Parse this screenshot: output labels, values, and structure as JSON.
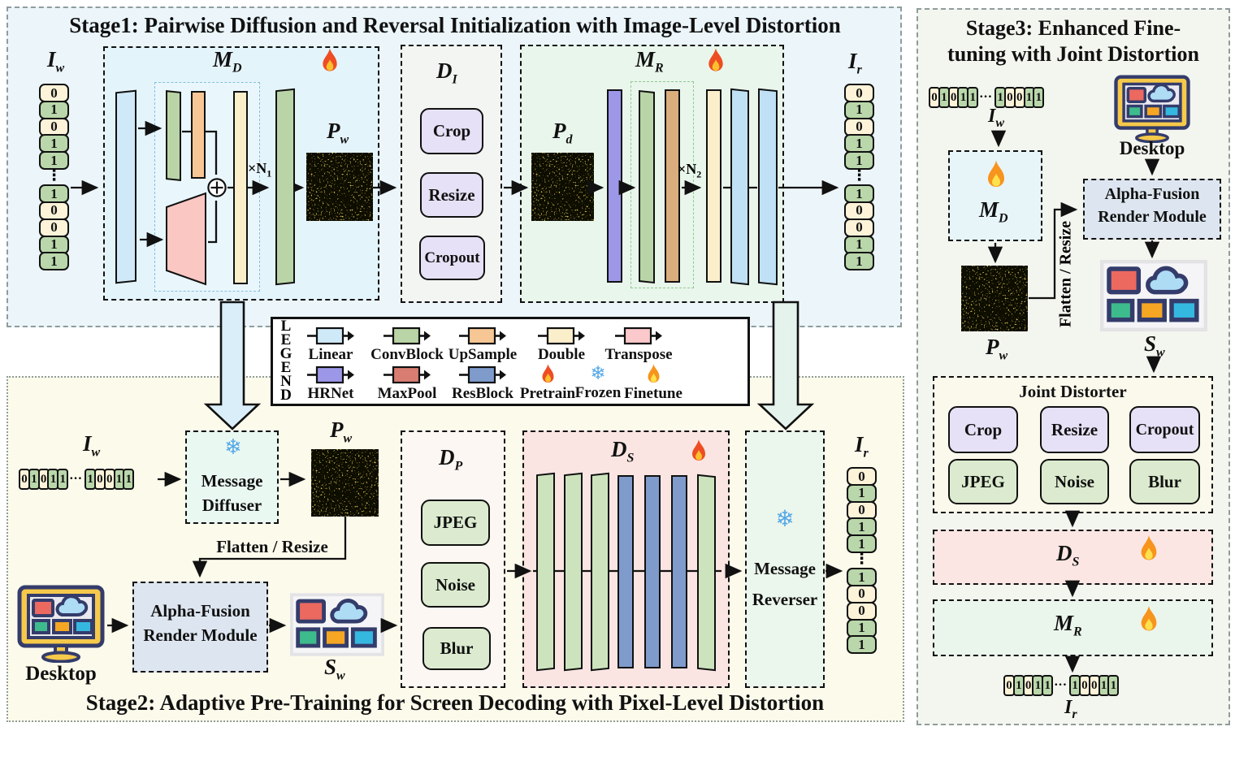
{
  "stage1": {
    "title": "Stage1: Pairwise Diffusion and Reversal Initialization with Image-Level Distortion",
    "iw": {
      "sym": "I",
      "sub": "w"
    },
    "iw_bits": [
      "0",
      "1",
      "0",
      "1",
      "1",
      "⋮",
      "1",
      "0",
      "0",
      "1",
      "1"
    ],
    "md": {
      "sym": "M",
      "sub": "D"
    },
    "n1": {
      "text": "×N",
      "sub": "1"
    },
    "pw": {
      "sym": "P",
      "sub": "w"
    },
    "di": {
      "sym": "D",
      "sub": "I",
      "buttons": [
        "Crop",
        "Resize",
        "Cropout"
      ]
    },
    "pd": {
      "sym": "P",
      "sub": "d"
    },
    "mr": {
      "sym": "M",
      "sub": "R"
    },
    "n2": {
      "text": "×N",
      "sub": "2"
    },
    "ir": {
      "sym": "I",
      "sub": "r"
    },
    "ir_bits": [
      "0",
      "1",
      "0",
      "1",
      "1",
      "⋮",
      "1",
      "0",
      "0",
      "1",
      "1"
    ]
  },
  "legend": {
    "letters": [
      "L",
      "E",
      "G",
      "E",
      "N",
      "D"
    ],
    "row1": [
      {
        "label": "Linear",
        "color": "#cfe9f8"
      },
      {
        "label": "ConvBlock",
        "color": "#b9d5a7"
      },
      {
        "label": "UpSample",
        "color": "#f6c795"
      },
      {
        "label": "Double",
        "color": "#fbeecb"
      },
      {
        "label": "Transpose",
        "color": "#fbc9cb"
      }
    ],
    "row2": [
      {
        "label": "HRNet",
        "color": "#9d97e8"
      },
      {
        "label": "MaxPool",
        "color": "#d97d72"
      },
      {
        "label": "ResBlock",
        "color": "#7e9bcb"
      }
    ],
    "pretrain_label": "Pretrain",
    "frozen_label": "Frozen",
    "finetune_label": "Finetune"
  },
  "stage2": {
    "title": "Stage2: Adaptive Pre-Training for Screen Decoding with Pixel-Level Distortion",
    "iw": {
      "sym": "I",
      "sub": "w"
    },
    "iw_bits": [
      "0",
      "1",
      "0",
      "1",
      "1",
      "···",
      "1",
      "0",
      "0",
      "1",
      "1"
    ],
    "diffuser_line1": "Message",
    "diffuser_line2": "Diffuser",
    "pw": {
      "sym": "P",
      "sub": "w"
    },
    "flatten_resize": "Flatten / Resize",
    "desktop_label": "Desktop",
    "af_line1": "Alpha-Fusion",
    "af_line2": "Render Module",
    "sw": {
      "sym": "S",
      "sub": "w"
    },
    "dp": {
      "sym": "D",
      "sub": "P",
      "buttons": [
        "JPEG",
        "Noise",
        "Blur"
      ]
    },
    "ds": {
      "sym": "D",
      "sub": "S"
    },
    "reverser_line1": "Message",
    "reverser_line2": "Reverser",
    "ir": {
      "sym": "I",
      "sub": "r"
    },
    "ir_bits": [
      "0",
      "1",
      "0",
      "1",
      "1",
      "⋮",
      "1",
      "0",
      "0",
      "1",
      "1"
    ]
  },
  "stage3": {
    "title_line1": "Stage3: Enhanced Fine-",
    "title_line2": "tuning with Joint Distortion",
    "iw": {
      "sym": "I",
      "sub": "w"
    },
    "iw_bits": [
      "0",
      "1",
      "0",
      "1",
      "1",
      "···",
      "1",
      "0",
      "0",
      "1",
      "1"
    ],
    "md": {
      "sym": "M",
      "sub": "D"
    },
    "desktop_label": "Desktop",
    "af_line1": "Alpha-Fusion",
    "af_line2": "Render Module",
    "flatten_resize": "Flatten / Resize",
    "pw": {
      "sym": "P",
      "sub": "w"
    },
    "sw": {
      "sym": "S",
      "sub": "w"
    },
    "jd": {
      "title": "Joint Distorter",
      "row1": [
        "Crop",
        "Resize",
        "Cropout"
      ],
      "row2": [
        "JPEG",
        "Noise",
        "Blur"
      ]
    },
    "ds": {
      "sym": "D",
      "sub": "S"
    },
    "mr": {
      "sym": "M",
      "sub": "R"
    },
    "ir": {
      "sym": "I",
      "sub": "r"
    },
    "ir_bits": [
      "0",
      "1",
      "0",
      "1",
      "1",
      "···",
      "1",
      "0",
      "0",
      "1",
      "1"
    ]
  }
}
